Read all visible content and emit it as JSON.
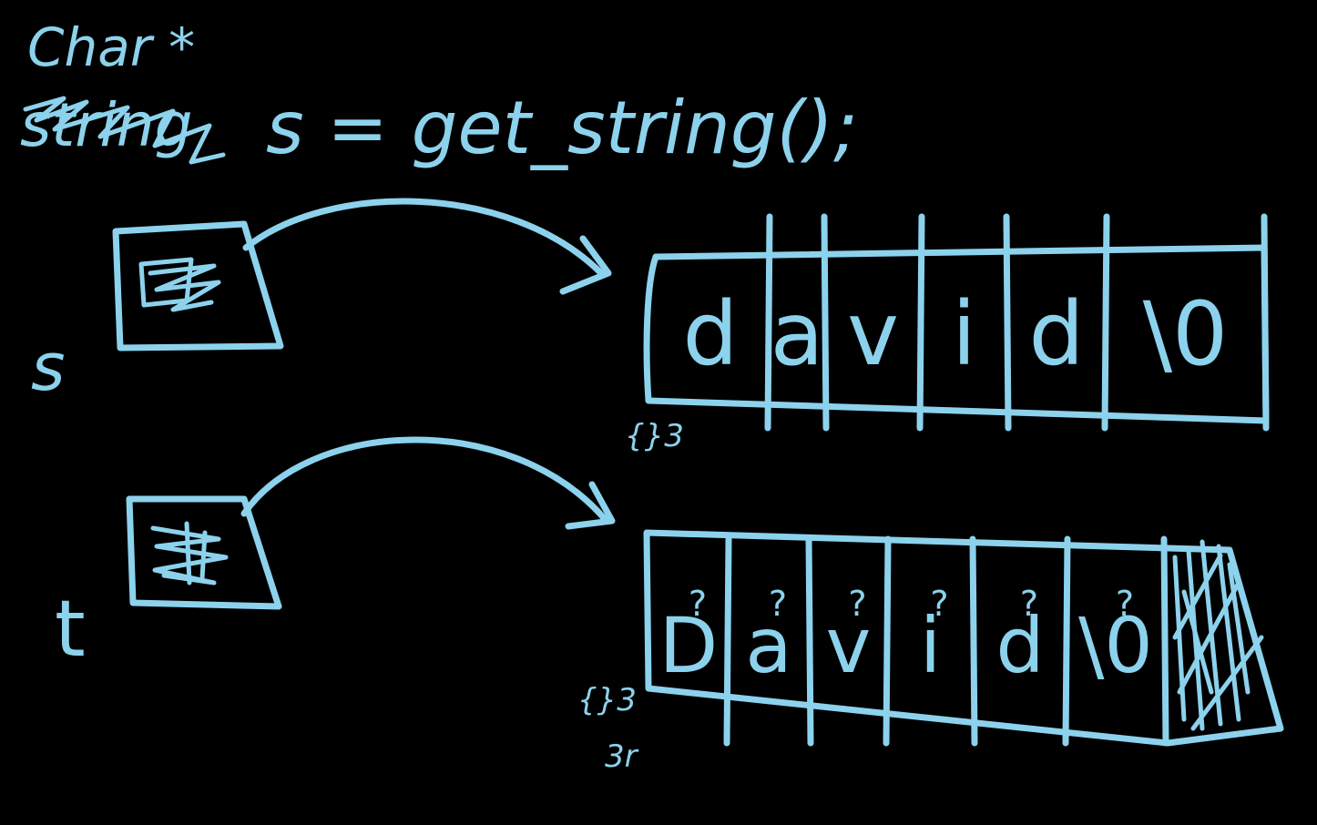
{
  "colors": {
    "background": "#000000",
    "ink": "#8cd2ec"
  },
  "code": {
    "line1": "Char *",
    "line2_type": "string",
    "line2_rest": "s = get_string();"
  },
  "variables": {
    "s": {
      "label": "s"
    },
    "t": {
      "label": "t"
    }
  },
  "array_s": {
    "chars": [
      "d",
      "a",
      "v",
      "i",
      "d",
      "\\0"
    ]
  },
  "array_t": {
    "chars": [
      "D",
      "a",
      "v",
      "i",
      "d",
      "\\0"
    ],
    "unknown_mark": "?"
  }
}
